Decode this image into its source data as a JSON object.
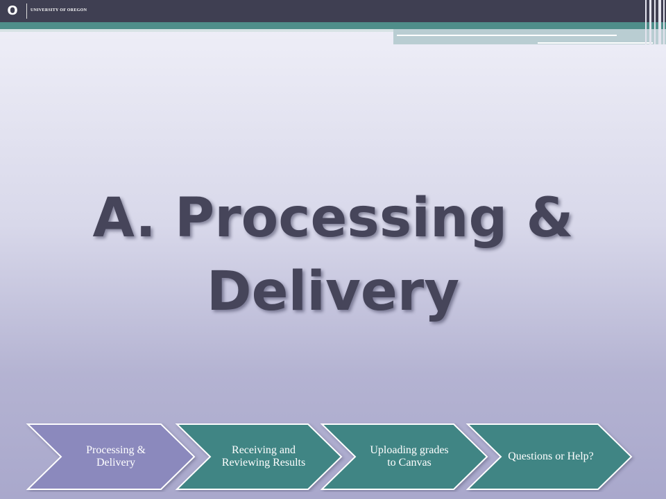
{
  "header": {
    "logo_letter": "O",
    "logo_text": "UNIVERSITY OF OREGON"
  },
  "title": {
    "line1": "A. Processing &",
    "line2": "Delivery"
  },
  "steps": [
    {
      "label": "Processing & Delivery",
      "color": "#8b89bd"
    },
    {
      "label": "Receiving and Reviewing Results",
      "color": "#3f8584"
    },
    {
      "label": "Uploading grades to Canvas",
      "color": "#3f8584"
    },
    {
      "label": "Questions or Help?",
      "color": "#3f8584"
    }
  ],
  "colors": {
    "topbar": "#3f3f52",
    "teal": "#4f8e8a",
    "title": "#46455a"
  }
}
